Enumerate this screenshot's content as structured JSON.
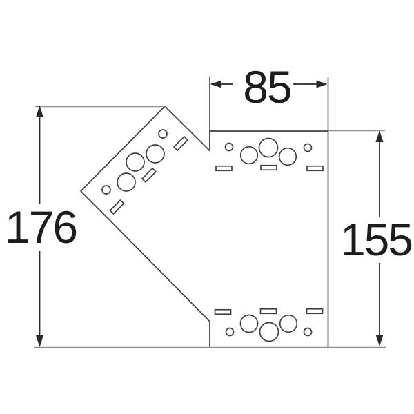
{
  "drawing": {
    "kind": "technical-dimension-drawing",
    "subject": "angled-flat-connector-bracket"
  },
  "dimensions": {
    "width_top": "85",
    "height_left": "176",
    "height_right": "155"
  },
  "colors": {
    "outline": "#3f3f3f",
    "dimension": "#2a2a2a",
    "extension": "#8f8f8f",
    "label": "#1c1c1c",
    "background": "#ffffff"
  }
}
